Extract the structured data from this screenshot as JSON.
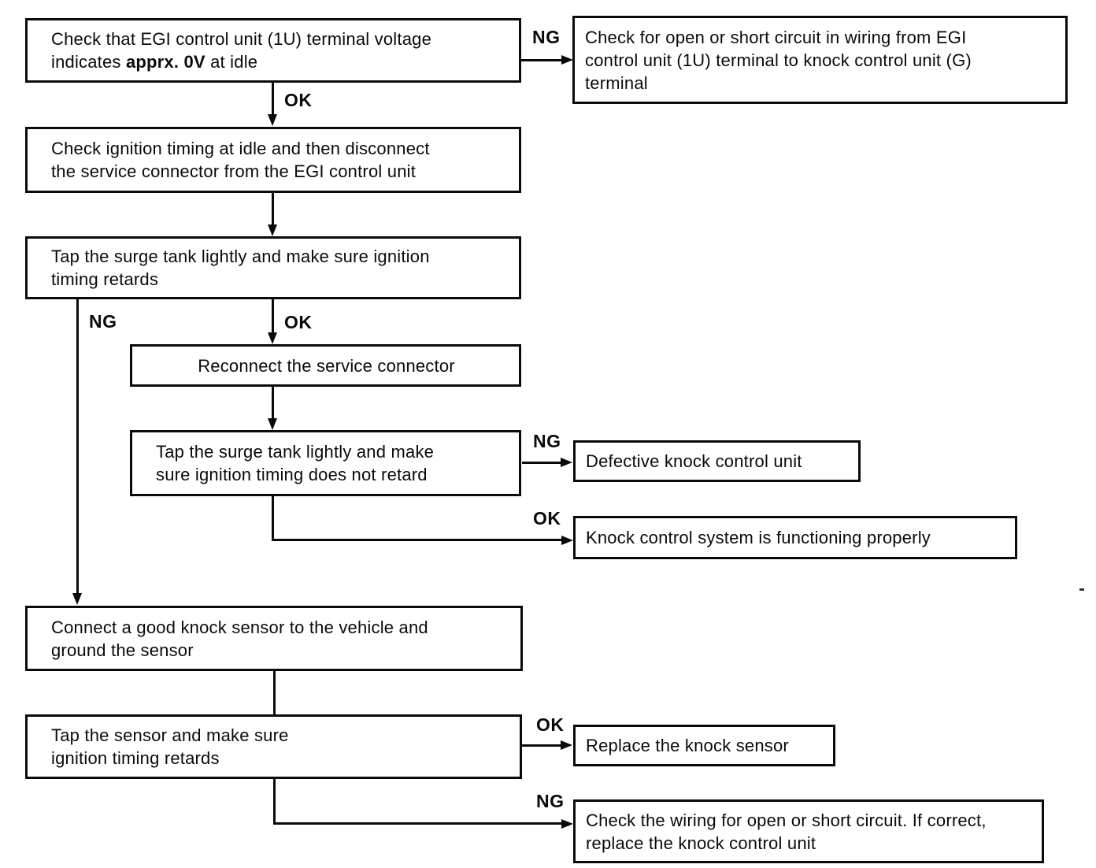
{
  "page": {
    "background": "#ffffff",
    "ink_color": "#0a0a0a"
  },
  "labels": {
    "ok": "OK",
    "ng": "NG"
  },
  "nodes": {
    "check_terminal_voltage": {
      "line1": "Check that EGI control unit (1U) terminal voltage",
      "line2_pre": "indicates",
      "line2_bold": "apprx. 0V",
      "line2_post": "at idle"
    },
    "check_wiring_egi_to_knock": {
      "lines": [
        "Check for open or short circuit in wiring from EGI",
        "control unit (1U) terminal to knock control unit (G)",
        "terminal"
      ]
    },
    "check_ignition_timing": {
      "lines": [
        "Check ignition timing at idle and then disconnect",
        "the service connector from the EGI control unit"
      ]
    },
    "tap_surge_tank_retards": {
      "lines": [
        "Tap the surge tank lightly and make sure ignition",
        "timing retards"
      ]
    },
    "reconnect_service_connector": {
      "lines": [
        "Reconnect the service connector"
      ]
    },
    "tap_surge_tank_no_retard": {
      "lines": [
        "Tap the surge tank lightly and make",
        "sure ignition timing does not retard"
      ]
    },
    "defective_knock_control_unit": {
      "lines": [
        "Defective knock control unit"
      ]
    },
    "system_functioning_properly": {
      "lines": [
        "Knock control system is functioning properly"
      ]
    },
    "connect_good_knock_sensor": {
      "lines": [
        "Connect a good knock sensor to the vehicle and",
        "ground the sensor"
      ]
    },
    "tap_sensor_retards": {
      "lines": [
        "Tap the sensor and make sure",
        "ignition timing retards"
      ]
    },
    "replace_knock_sensor": {
      "lines": [
        "Replace the knock sensor"
      ]
    },
    "check_wiring_replace_unit": {
      "lines": [
        "Check the wiring for open or short circuit. If correct,",
        "replace the knock control unit"
      ]
    }
  }
}
